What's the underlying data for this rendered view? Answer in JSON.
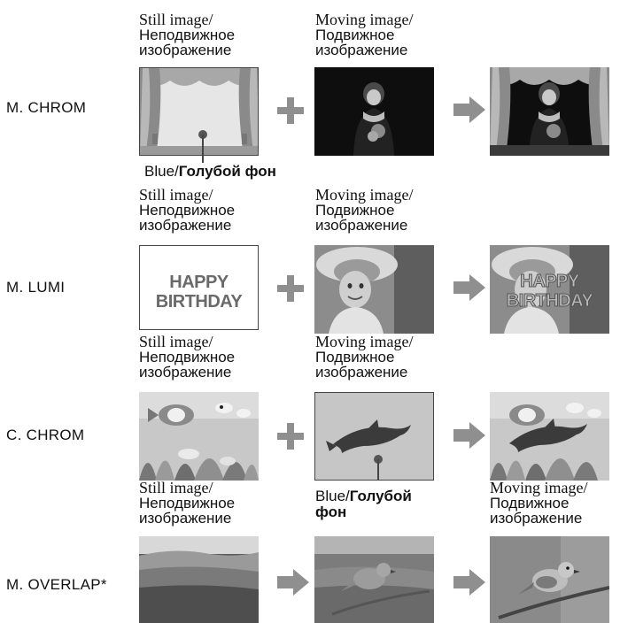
{
  "captions": {
    "still_en": "Still image/",
    "still_ru1": "Неподвижное",
    "still_ru2": "изображение",
    "moving_en": "Moving image/",
    "moving_ru1": "Подвижное",
    "moving_ru2": "изображение"
  },
  "modes": {
    "mchrom": "M. CHROM",
    "mlumi": "M. LUMI",
    "cchrom": "C. CHROM",
    "moverlap": "M. OVERLAP*"
  },
  "blue_label": {
    "en": "Blue/",
    "ru": "Голубой фон",
    "ru_word1": "Голубой",
    "ru_word2": "фон"
  },
  "birthday_text": {
    "line1": "HAPPY",
    "line2": "BIRTHDAY"
  },
  "icons": [
    "plus-icon",
    "right-arrow-icon"
  ],
  "colors": {
    "symbol_gray": "#8f8f8f",
    "text": "#111111"
  }
}
